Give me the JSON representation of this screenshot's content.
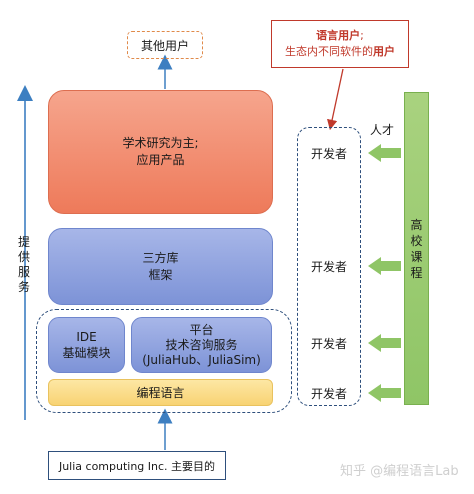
{
  "boxes": {
    "other_users": "其他用户",
    "academic_line1": "学术研究为主;",
    "academic_line2": "应用产品",
    "libs_line1": "三方库",
    "libs_line2": "框架",
    "ide_line1": "IDE",
    "ide_line2": "基础模块",
    "platform_line1": "平台",
    "platform_line2": "技术咨询服务",
    "platform_line3": "(JuliaHub、JuliaSim)",
    "language": "编程语言",
    "purpose": "Julia computing Inc. 主要目的"
  },
  "callout": {
    "line1_bold": "语言用户",
    "line1_tail": ";",
    "line2_prefix": "生态内不同软件的",
    "line2_bold": "用户"
  },
  "side_label": [
    "提",
    "供",
    "服",
    "务"
  ],
  "developers": [
    "开发者",
    "开发者",
    "开发者",
    "开发者"
  ],
  "talent_label": "人才",
  "courses": [
    "高",
    "校",
    "课",
    "程"
  ],
  "watermark": "知乎 @编程语言Lab",
  "colors": {
    "arrow_blue": "#3d7fc1",
    "green": "#8fc566",
    "callout_red": "#c0392b"
  }
}
